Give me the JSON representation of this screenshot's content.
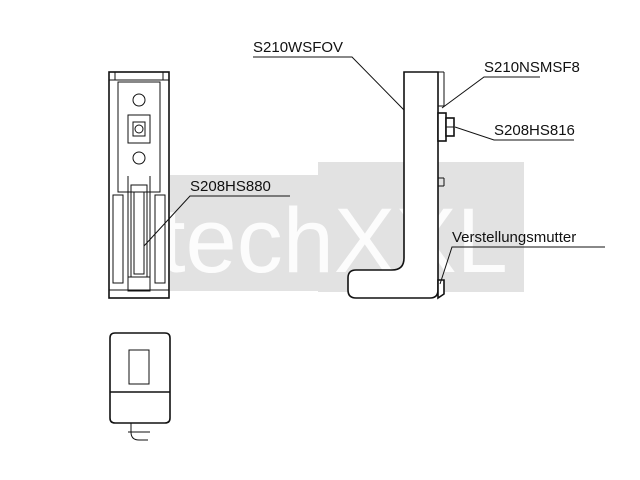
{
  "watermark": {
    "text": "techXXL",
    "box_color": "#d9d9d9"
  },
  "labels": {
    "wsfov": "S210WSFOV",
    "nsmsf8": "S210NSMSF8",
    "hs816": "S208HS816",
    "hs880": "S208HS880",
    "mutter": "Verstellungsmutter"
  },
  "colors": {
    "line": "#111111",
    "background": "#ffffff"
  }
}
